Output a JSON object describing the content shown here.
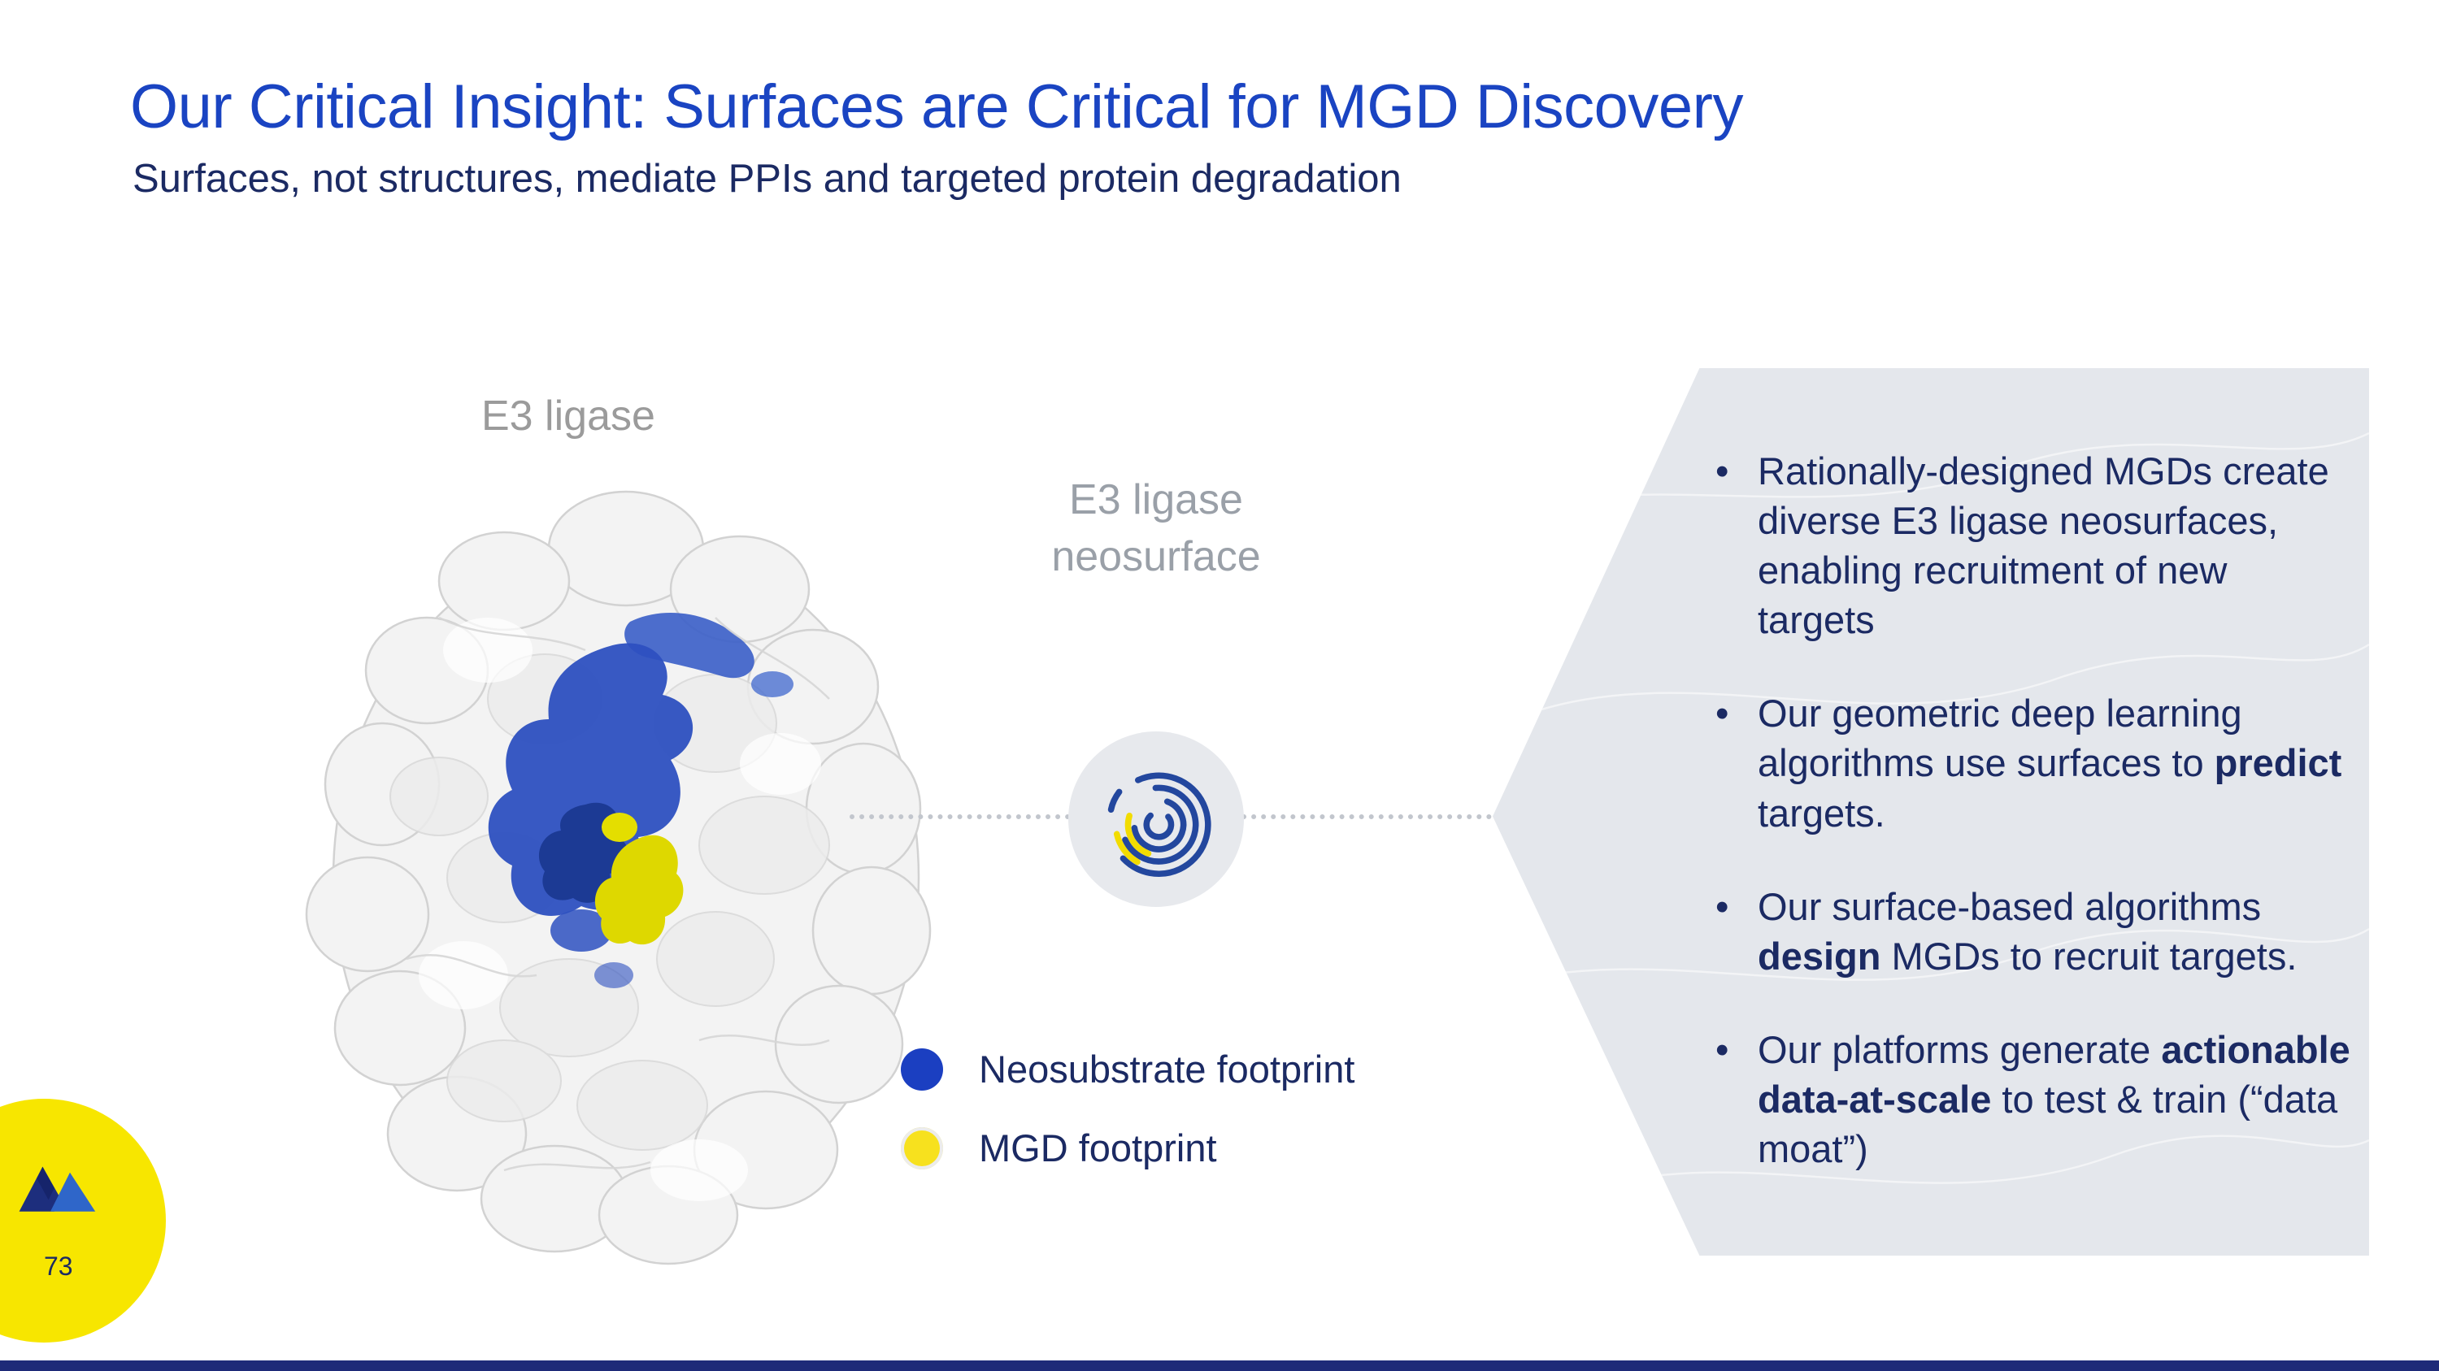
{
  "slide": {
    "title": "Our Critical Insight: Surfaces are Critical for MGD Discovery",
    "subtitle": "Surfaces, not structures, mediate PPIs and targeted protein degradation",
    "page_number": "73"
  },
  "diagram": {
    "protein_label": "E3 ligase",
    "neosurface_label_line1": "E3 ligase",
    "neosurface_label_line2": "neosurface",
    "fingerprint_icon": "fingerprint-icon",
    "legend": [
      {
        "color": "#1b3fc1",
        "label": "Neosubstrate footprint"
      },
      {
        "color": "#f7e11e",
        "label": "MGD footprint"
      }
    ]
  },
  "panel": {
    "bullets": [
      {
        "segments": [
          {
            "text": "Rationally-designed MGDs create diverse E3 ligase neosurfaces, enabling recruitment of new targets",
            "bold": false
          }
        ]
      },
      {
        "segments": [
          {
            "text": "Our geometric deep learning algorithms use surfaces to ",
            "bold": false
          },
          {
            "text": "predict",
            "bold": true
          },
          {
            "text": " targets.",
            "bold": false
          }
        ]
      },
      {
        "segments": [
          {
            "text": "Our surface-based algorithms ",
            "bold": false
          },
          {
            "text": "design",
            "bold": true
          },
          {
            "text": " MGDs to recruit targets.",
            "bold": false
          }
        ]
      },
      {
        "segments": [
          {
            "text": "Our platforms generate ",
            "bold": false
          },
          {
            "text": "actionable data-at-scale",
            "bold": true
          },
          {
            "text": " to test & train (“data moat”)",
            "bold": false
          }
        ]
      }
    ]
  },
  "colors": {
    "title_blue": "#1a44c2",
    "body_navy": "#1b2a63",
    "panel_gray": "#e4e7ec",
    "accent_yellow": "#f7e600",
    "accent_blue": "#1b3fc1",
    "footer_bar": "#1e2a78"
  }
}
